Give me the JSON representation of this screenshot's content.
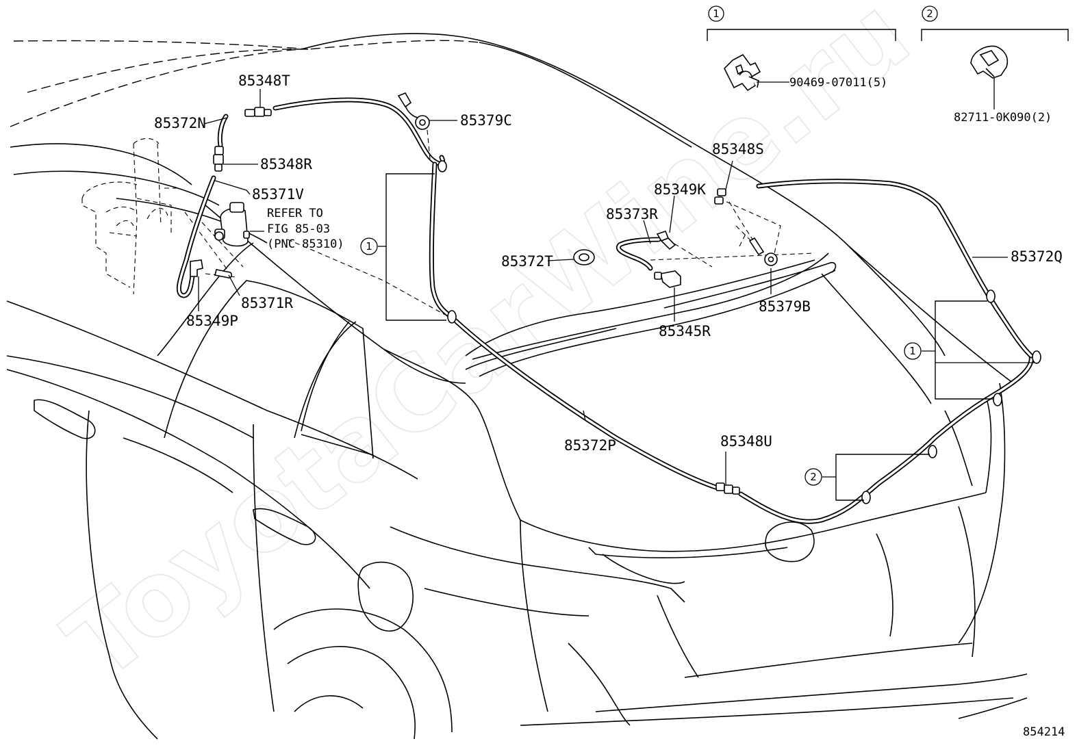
{
  "diagram": {
    "figure_number": "854214",
    "watermark": "ToyotaCarWine.ru"
  },
  "legend": {
    "group1": {
      "number": "1",
      "part": "90469-07011(5)"
    },
    "group2": {
      "number": "2",
      "part": "82711-0K090(2)"
    }
  },
  "parts": {
    "p85348T": "85348T",
    "p85372N": "85372N",
    "p85348R": "85348R",
    "p85371V": "85371V",
    "refer_line1": "REFER TO",
    "refer_line2": "FIG 85-03",
    "refer_line3": "(PNC 85310)",
    "p85371R": "85371R",
    "p85349P": "85349P",
    "p85379C": "85379C",
    "p85372T": "85372T",
    "p85373R": "85373R",
    "p85349K": "85349K",
    "p85348S": "85348S",
    "p85379B": "85379B",
    "p85345R": "85345R",
    "p85372Q": "85372Q",
    "p85372P": "85372P",
    "p85348U": "85348U"
  },
  "callouts": {
    "c1_left": "1",
    "c1_right": "1",
    "c2_right": "2"
  }
}
